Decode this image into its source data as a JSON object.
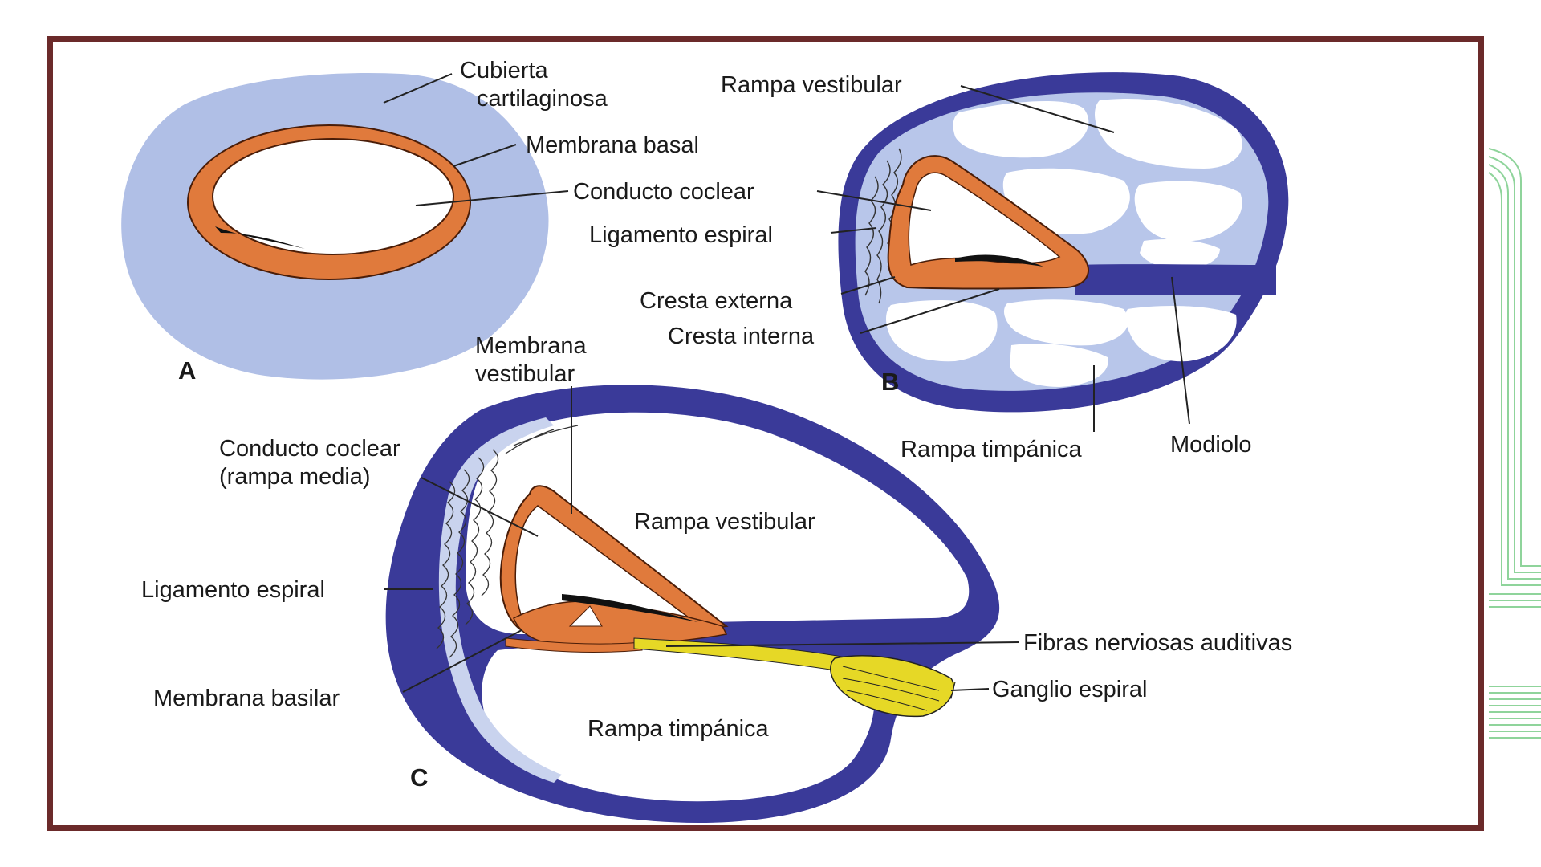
{
  "colors": {
    "frame": "#6b2a2a",
    "cartilage": "#b0bfe6",
    "bone_dark": "#3a3a99",
    "bone_light": "#b8c6ea",
    "epithelium": "#e07a3c",
    "nerve": "#e6d826",
    "deco_green": "#8fd49b"
  },
  "panels": {
    "a": {
      "letter": "A"
    },
    "b": {
      "letter": "B"
    },
    "c": {
      "letter": "C"
    }
  },
  "labels": {
    "a": {
      "cubierta_1": "Cubierta",
      "cubierta_2": "cartilaginosa",
      "membrana_basal": "Membrana basal",
      "conducto_coclear": "Conducto coclear"
    },
    "b": {
      "rampa_vestibular": "Rampa vestibular",
      "ligamento_espiral": "Ligamento espiral",
      "cresta_externa": "Cresta externa",
      "cresta_interna": "Cresta interna",
      "rampa_timpanica": "Rampa timpánica",
      "modiolo": "Modiolo"
    },
    "c": {
      "membrana_vestibular_1": "Membrana",
      "membrana_vestibular_2": "vestibular",
      "conducto_coclear_1": "Conducto coclear",
      "conducto_coclear_2": "(rampa media)",
      "rampa_vestibular": "Rampa vestibular",
      "ligamento_espiral": "Ligamento espiral",
      "fibras": "Fibras nerviosas auditivas",
      "ganglio": "Ganglio espiral",
      "membrana_basilar": "Membrana basilar",
      "rampa_timpanica": "Rampa timpánica"
    }
  }
}
